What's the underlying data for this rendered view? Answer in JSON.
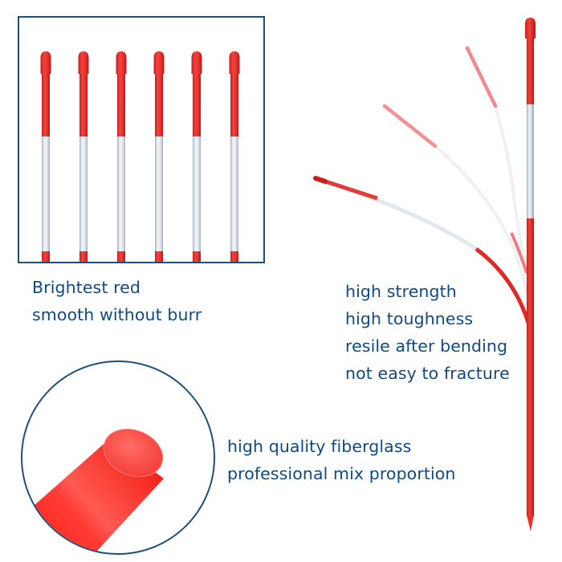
{
  "panels": {
    "rod_lineup": {
      "rod_count": 6,
      "rod_x_positions": [
        55,
        102,
        149,
        196,
        243,
        290
      ],
      "caption_lines": [
        "Brightest red",
        "smooth without burr"
      ]
    },
    "bending_demo": {
      "caption_lines": [
        "high strength",
        "high toughness",
        "resile after bending",
        "not easy to fracture"
      ]
    },
    "tip_closeup": {
      "caption_lines": [
        "high quality fiberglass",
        "professional mix proportion"
      ]
    }
  },
  "colors": {
    "rod_red": "#e8302c",
    "rod_red_dark": "#c81e1e",
    "rod_white": "#e3e8ec",
    "rod_white_shade": "#b9c3cc",
    "faded_red": "#f28a8f",
    "frame_blue": "#1f4e79",
    "text_blue": "#0f4a84"
  }
}
